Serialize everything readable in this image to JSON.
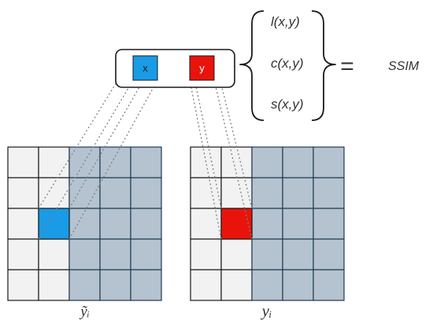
{
  "window": {
    "box_labels": {
      "x": "x",
      "y": "y"
    }
  },
  "components": {
    "luminance": "l(x,y)",
    "contrast": "c(x,y)",
    "structure": "s(x,y)"
  },
  "equation": {
    "equals": "=",
    "result": "SSIM"
  },
  "grids": {
    "left_label": "ỹᵢ",
    "right_label": "yᵢ"
  },
  "colors": {
    "x_patch": "#1a9be6",
    "y_patch": "#e8140c",
    "light_cell": "#f2f2f2",
    "dark_cell": "#b4c3cf",
    "grid_line_light": "#1a1a1a",
    "grid_line_dark": "#1f3a52",
    "connector": "#808080",
    "text": "#333333"
  }
}
